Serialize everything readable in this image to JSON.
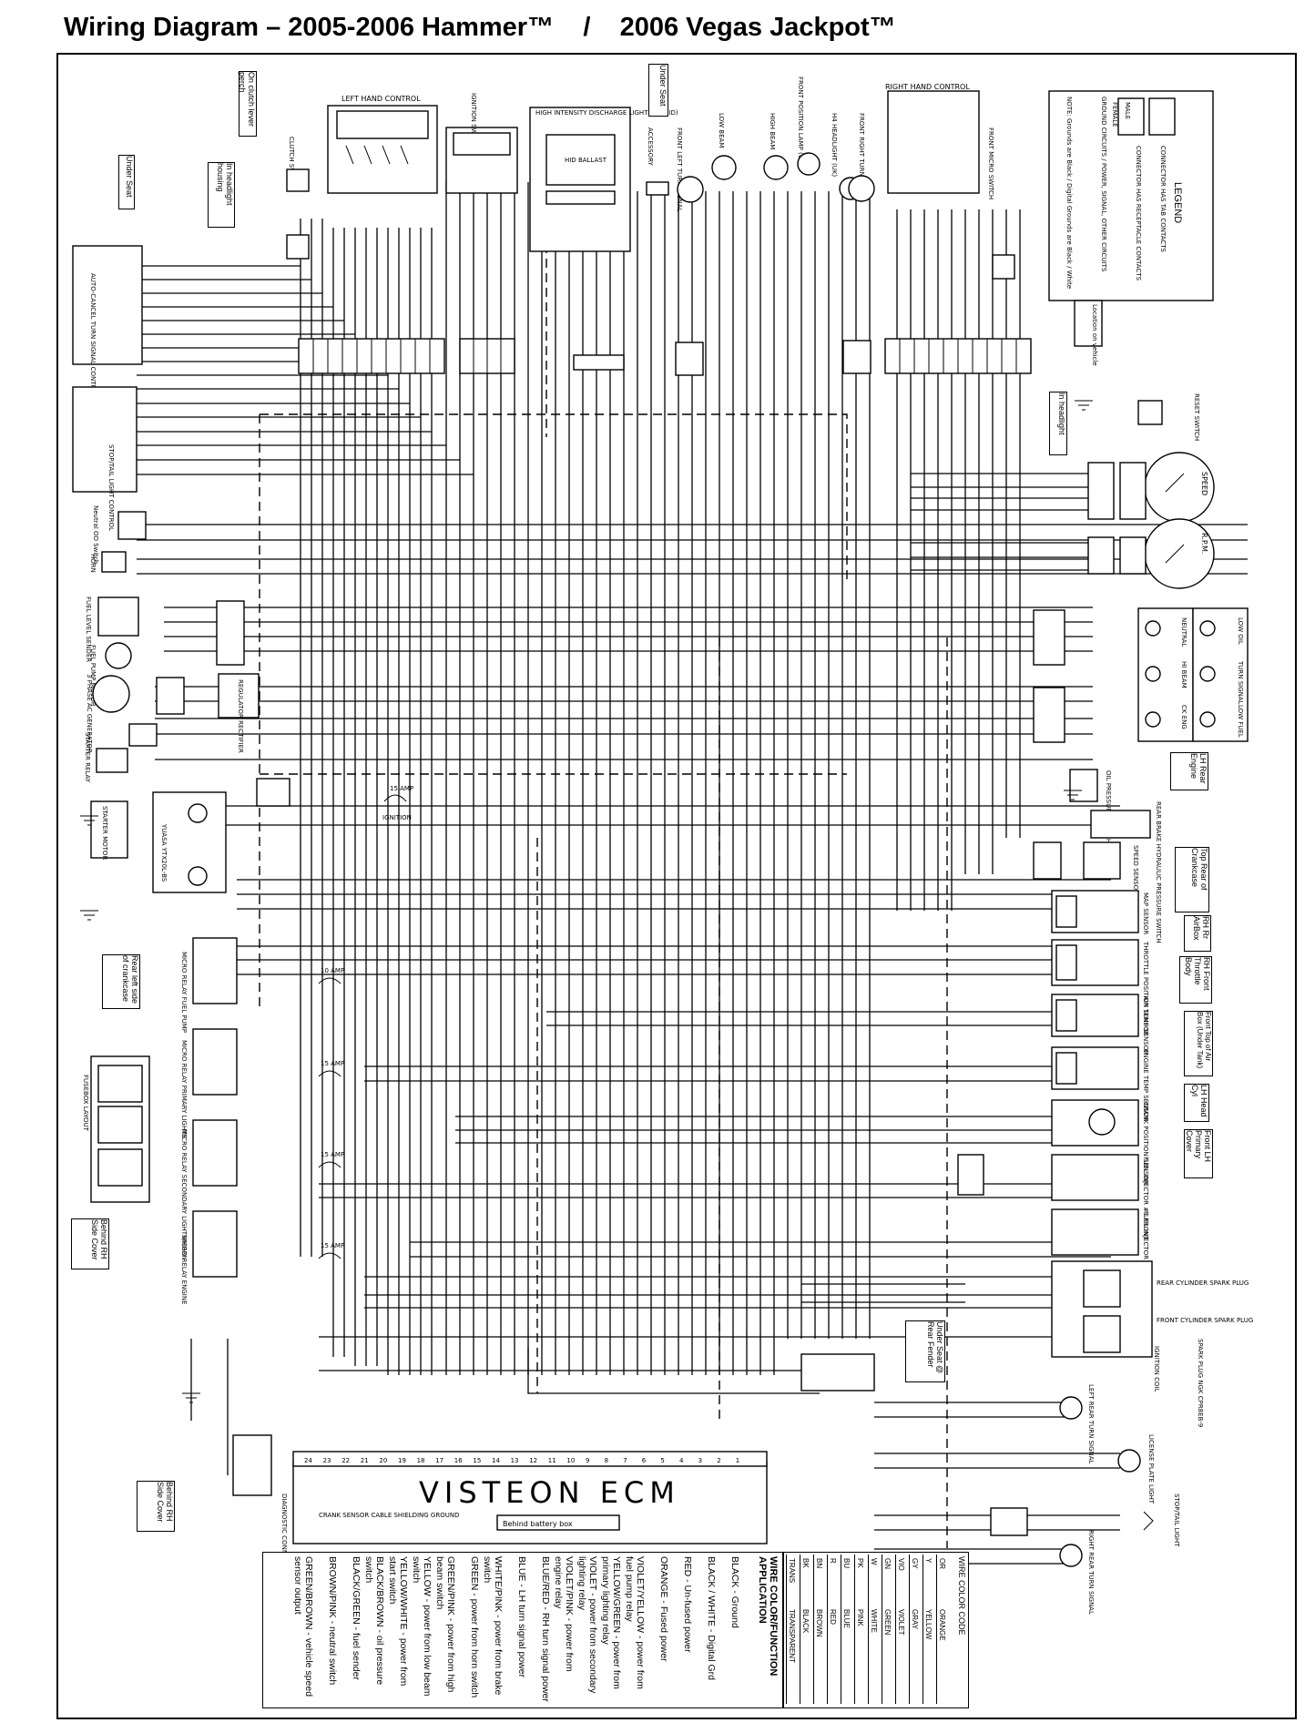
{
  "title": "Wiring Diagram – 2005-2006 Hammer™    /    2006 Vegas Jackpot™",
  "ecm": {
    "name": "VISTEON ECM",
    "battery_note": "Behind battery box",
    "crank_note": "CRANK SENSOR CABLE SHIELDING GROUND",
    "pins": [
      "24",
      "23",
      "22",
      "21",
      "20",
      "19",
      "18",
      "17",
      "16",
      "15",
      "14",
      "13",
      "12",
      "11",
      "10",
      "9",
      "8",
      "7",
      "6",
      "5",
      "4",
      "3",
      "2",
      "1"
    ]
  },
  "legend": {
    "title": "LEGEND",
    "male": "MALE",
    "female": "FEMALE",
    "tab": "CONNECTOR HAS TAB CONTACTS",
    "receptacle": "CONNECTOR HAS RECEPTACLE CONTACTS",
    "circuits": "GROUND CIRCUITS / POWER, SIGNAL, OTHER CIRCUITS",
    "note": "NOTE: Grounds are Black / Digital Grounds are Black / White",
    "location": "Location on vehicle"
  },
  "locations": {
    "on_clutch": "On clutch lever perch",
    "under_seat_top": "Under Seat",
    "in_headlight_housing": "In headlight housing",
    "under_seat_left": "Under Seat",
    "in_headlight_right": "In headlight",
    "lh_rear_engine": "LH Rear Engine",
    "top_rear_crankcase": "Top Rear of Crankcase",
    "rh_rr_airbox": "RH Rr AirBox",
    "rh_front_throttle": "RH Front Throttle Body",
    "front_top_lh": "Front Top of Air Box (Under Tank)",
    "lh_head": "LH Head Cyl",
    "front_lh_cover": "Front LH Primary Cover",
    "rear_left_crankcase": "Rear left side of crankcase",
    "behind_rh_side": "Behind RH Side Cover",
    "behind_rh_side_bottom": "Behind RH Side Cover",
    "under_seat_rear_fender": "Under Seat @ Rear Fender"
  },
  "components": {
    "left_hand_control": "LEFT HAND CONTROL",
    "right_hand_control": "RIGHT HAND CONTROL",
    "ignition_switch": "IGNITION SWITCH",
    "hid": "HIGH INTENSITY DISCHARGE LIGHTING (HID)",
    "hid_ballast": "HID BALLAST",
    "accessory": "ACCESSORY",
    "clutch_switch": "CLUTCH SWITCH",
    "front_left_turn": "FRONT LEFT TURN SIGNAL",
    "low_beam": "LOW BEAM",
    "high_beam": "HIGH BEAM",
    "front_position": "FRONT POSITION LAMP (UK)",
    "h4_headlight": "H4 HEADLIGHT (UK)",
    "front_right_turn": "FRONT RIGHT TURN SIGNAL",
    "front_micro": "FRONT MICRO SWITCH",
    "auto_cancel": "AUTO-CANCEL TURN SIGNAL CONTROL",
    "stop_tail_control": "STOP/TAIL LIGHT CONTROL",
    "neutral_horn": "Neutral OD Switch",
    "horn": "HORN",
    "fuel_sender": "FUEL LEVEL SENDER",
    "fuel_pump_motor": "FUEL PUMP MOTOR",
    "ac_generator": "3 PHASE AC GENERATOR",
    "regulator": "REGULATOR RECTIFIER",
    "starter_relay": "STARTER RELAY",
    "starter_motor": "STARTER MOTOR",
    "battery": "YUASA YTX20L-BS",
    "fuse_main": "15 AMP",
    "ignition": "IGNITION",
    "fuse_relay_1": "10 AMP",
    "fuse_relay_2": "15 AMP",
    "fuse_relay_3": "15 AMP",
    "fuse_relay_4": "15 AMP",
    "relay_fuel": "MICRO RELAY FUEL PUMP",
    "relay_primary": "MICRO RELAY PRIMARY LIGHTS",
    "relay_secondary": "MICRO RELAY SECONDARY LIGHTS/HORN",
    "relay_engine": "MICRO RELAY ENGINE",
    "fusebox_layout": "FUSEBOX LAYOUT",
    "diag_connector": "DIAGNOSTIC CONNECTOR",
    "speed": "SPEED",
    "rpm": "R.P.M.",
    "reset_switch": "RESET SWITCH",
    "oil_pressure": "OIL PRESSURE SWITCH",
    "rear_brake": "REAR BRAKE HYDRAULIC PRESSURE SWITCH",
    "speed_sensor": "SPEED SENSOR",
    "map_sensor": "MAP SENSOR",
    "throttle_sensor": "THROTTLE POSITION SENSOR",
    "air_temp": "AIR TEMP SENSOR",
    "engine_temp": "ENGINE TEMP SENSOR",
    "crank_sensor": "CRANK POSITION SENSOR",
    "injector_front": "FUEL INJECTOR #1 FRONT",
    "injector_rear": "FUEL INJECTOR #2 REAR",
    "ignition_coil": "IGNITION COIL",
    "spark_plug": "SPARK PLUG NGK CPR8EB-9",
    "rear_spark": "REAR CYLINDER SPARK PLUG",
    "front_spark": "FRONT CYLINDER SPARK PLUG",
    "left_rear_turn": "LEFT REAR TURN SIGNAL",
    "license_light": "LICENSE PLATE LIGHT",
    "stop_tail_light": "STOP/TAIL LIGHT",
    "right_rear_turn": "RIGHT REAR TURN SIGNAL",
    "ground": "GROUND",
    "indicators": [
      "LOW OIL",
      "NEUTRAL",
      "TURN SIGNAL",
      "HI BEAM",
      "LOW FUEL",
      "CK ENG"
    ]
  },
  "wire_colors": {
    "title": "WIRE COLOR CODE",
    "rows": [
      [
        "OR",
        "ORANGE"
      ],
      [
        "Y",
        "YELLOW"
      ],
      [
        "GY",
        "GRAY"
      ],
      [
        "VIO",
        "VIOLET"
      ],
      [
        "GN",
        "GREEN"
      ],
      [
        "W",
        "WHITE"
      ],
      [
        "PK",
        "PINK"
      ],
      [
        "BU",
        "BLUE"
      ],
      [
        "R",
        "RED"
      ],
      [
        "BN",
        "BROWN"
      ],
      [
        "BK",
        "BLACK"
      ],
      [
        "TRANS",
        "TRANSPARENT"
      ]
    ]
  },
  "wire_function": {
    "title": "WIRE COLOR/FUNCTION APPLICATION",
    "lines": [
      "BLACK - Ground",
      "BLACK / WHITE - Digital Grd",
      "RED - Un-fused power",
      "ORANGE - Fused power",
      "VIOLET/YELLOW - power from fuel pump relay",
      "YELLOW/GREEN - power from primary lighting relay",
      "VIOLET - power from secondary lighting relay",
      "VIOLET/PINK - power from engine relay",
      "BLUE/RED - RH turn signal power",
      "BLUE - LH turn signal power",
      "WHITE/PINK - power from brake switch",
      "GREEN - power from horn switch",
      "GREEN/PINK - power from high beam switch",
      "YELLOW - power from low beam switch",
      "YELLOW/WHITE - power from start switch",
      "BLACK/BROWN - oil pressure switch",
      "BLACK/GREEN - fuel sender",
      "BROWN/PINK - neutral switch",
      "GREEN/BROWN - vehicle speed sensor output"
    ]
  }
}
